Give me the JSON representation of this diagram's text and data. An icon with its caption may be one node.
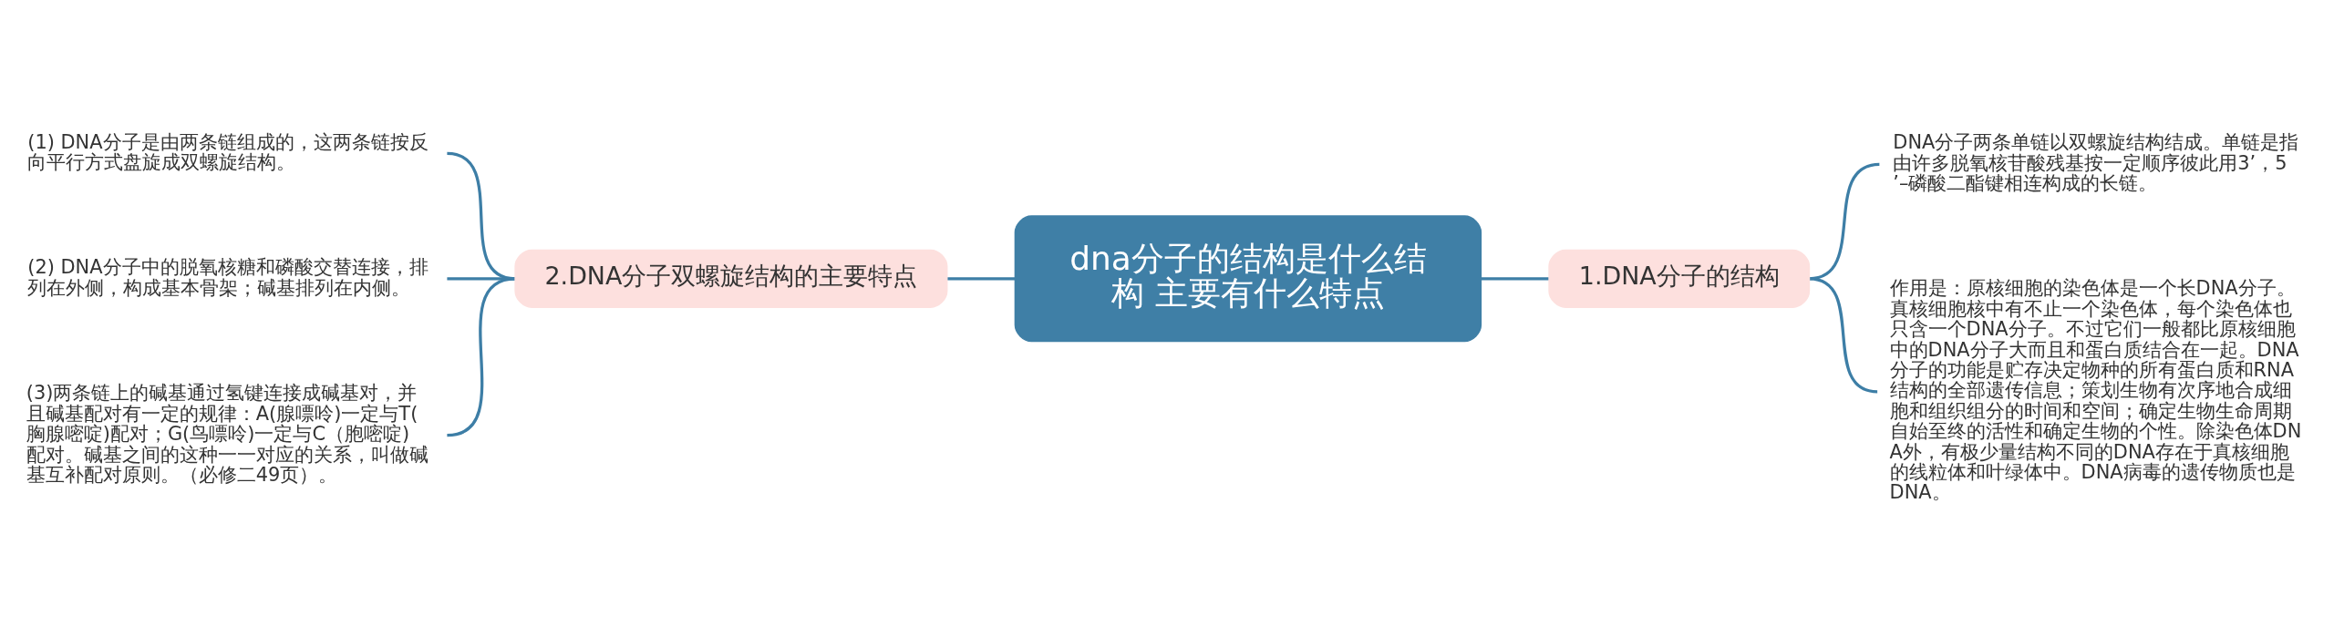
{
  "diagram": {
    "nodes": [
      {
        "text": [
          "dna分子的结构是什么结构 主要有什么特点"
        ]
      },
      {
        "text": [
          "1.DNA分子的结构"
        ]
      },
      {
        "text": [
          "DNA分子两条单链以双螺旋结构结成。单链是指由许多脱氧核苷酸残基按一定顺序彼此用3’，5’–磷酸二酯键相连构成的长链。"
        ]
      },
      {
        "text": [
          "作用是：原核细胞的染色体是一个长DNA分子。真核细胞核中有不止一个染色体，每个染色体也只含一个DNA分子。不过它们一般都比原核细胞中的DNA分子大而且和蛋白质结合在一起。DNA分子的功能是贮存决定物种的所有蛋白质和RNA结构的全部遗传信息；策划生物有次序地合成细胞和组织组分的时间和空间；确定生物生命周期自始至终的活性和确定生物的个性。除染色体DNA外，有极少量结构不同的DNA存在于真核细胞的线粒体和叶绿体中。DNA病毒的遗传物质也是DNA。"
        ]
      },
      {
        "text": [
          "2.DNA分子双螺旋结构的主要特点"
        ]
      },
      {
        "text": [
          "(1) DNA分子是由两条链组成的，这两条链按反向平行方式盘旋成双螺旋结构。"
        ]
      },
      {
        "text": [
          "(2) DNA分子中的脱氧核糖和磷酸交替连接，排列在外侧，构成基本骨架；碱基排列在内侧。"
        ]
      },
      {
        "text": [
          "(3)两条链上的碱基通过氢键连接成碱基对，并且碱基配对有一定的规律：A(腺嘌呤)一定与T(胸腺嘧啶)配对；G(鸟嘌呤)一定与C（胞嘧啶)配对。碱基之间的这种一一对应的关系，叫做碱基互补配对原则。（必修二49页）。"
        ]
      }
    ],
    "edges": [
      {
        "from": 0,
        "to": 1,
        "arrow": "none"
      },
      {
        "from": 1,
        "to": 2,
        "arrow": "none"
      },
      {
        "from": 1,
        "to": 3,
        "arrow": "none"
      },
      {
        "from": 0,
        "to": 4,
        "arrow": "none"
      },
      {
        "from": 4,
        "to": 5,
        "arrow": "none"
      },
      {
        "from": 4,
        "to": 6,
        "arrow": "none"
      },
      {
        "from": 4,
        "to": 7,
        "arrow": "none"
      }
    ]
  }
}
